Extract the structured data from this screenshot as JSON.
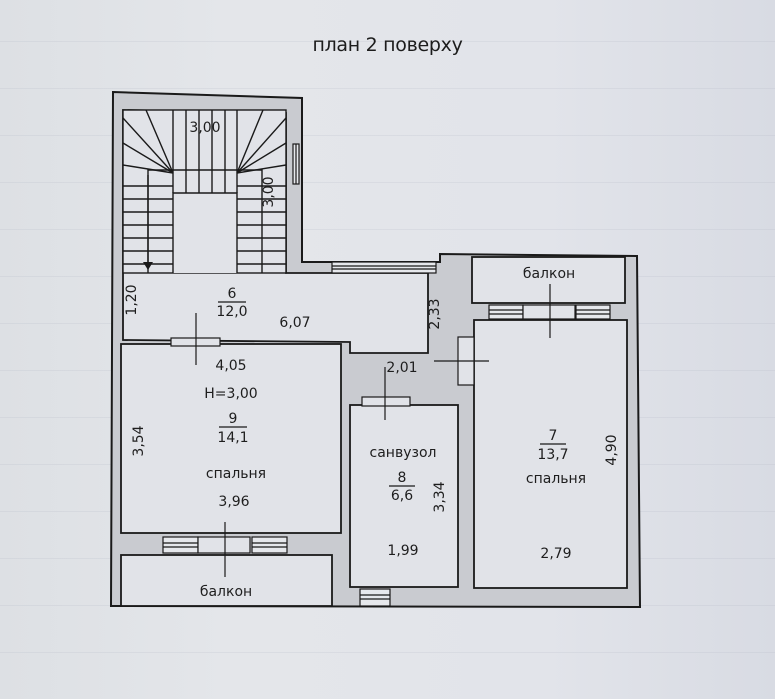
{
  "title": "план 2 поверху",
  "colors": {
    "wall_fill": "#c9cbd0",
    "room_fill": "#e1e3e8",
    "line": "#1a1a1a"
  },
  "stair": {
    "width_top": "3,00",
    "width_side": "3,00"
  },
  "rooms": [
    {
      "number": "6",
      "area": "12,0",
      "name": "",
      "dims": {
        "left": "1,20",
        "length": "6,07",
        "right": "2,33",
        "bottom": "2,01"
      }
    },
    {
      "number": "9",
      "area": "14,1",
      "name": "спальня",
      "height": "H=3,00",
      "dims": {
        "top": "4,05",
        "left": "3,54",
        "bottom": "3,96"
      }
    },
    {
      "number": "8",
      "area": "6,6",
      "name": "санвузол",
      "dims": {
        "right": "3,34",
        "bottom": "1,99"
      }
    },
    {
      "number": "7",
      "area": "13,7",
      "name": "спальня",
      "dims": {
        "right": "4,90",
        "bottom": "2,79"
      }
    }
  ],
  "balconies": [
    {
      "label": "балкон",
      "position": "top-right"
    },
    {
      "label": "балкон",
      "position": "bottom-left"
    }
  ]
}
